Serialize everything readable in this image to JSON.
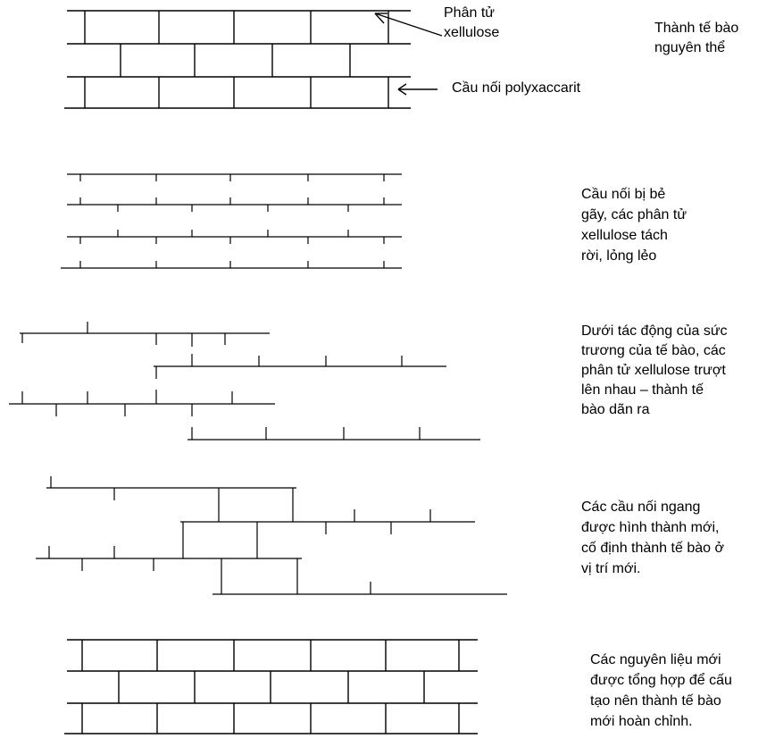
{
  "labels": {
    "molecule": "Phân tử\nxellulose",
    "primary_wall": "Thành tế bào\nnguyên thể",
    "bridge": "Cầu nối polyxaccarit",
    "stage2": "Cầu nối bị bẻ\ngãy, các phân tử\nxellulose tách\nrời, lỏng lẻo",
    "stage3": "Dưới tác động của sức\ntrương của tế bào, các\nphân tử xellulose trượt\nlên nhau – thành tế\nbào dãn ra",
    "stage4": "Các cầu nối ngang\nđược hình thành mới,\ncố định thành tế bào ở\nvị trí mới.",
    "stage5": "Các nguyên liệu mới\nđược tổng hợp để cấu\ntạo nên thành tế bào\nmới hoàn chỉnh."
  }
}
